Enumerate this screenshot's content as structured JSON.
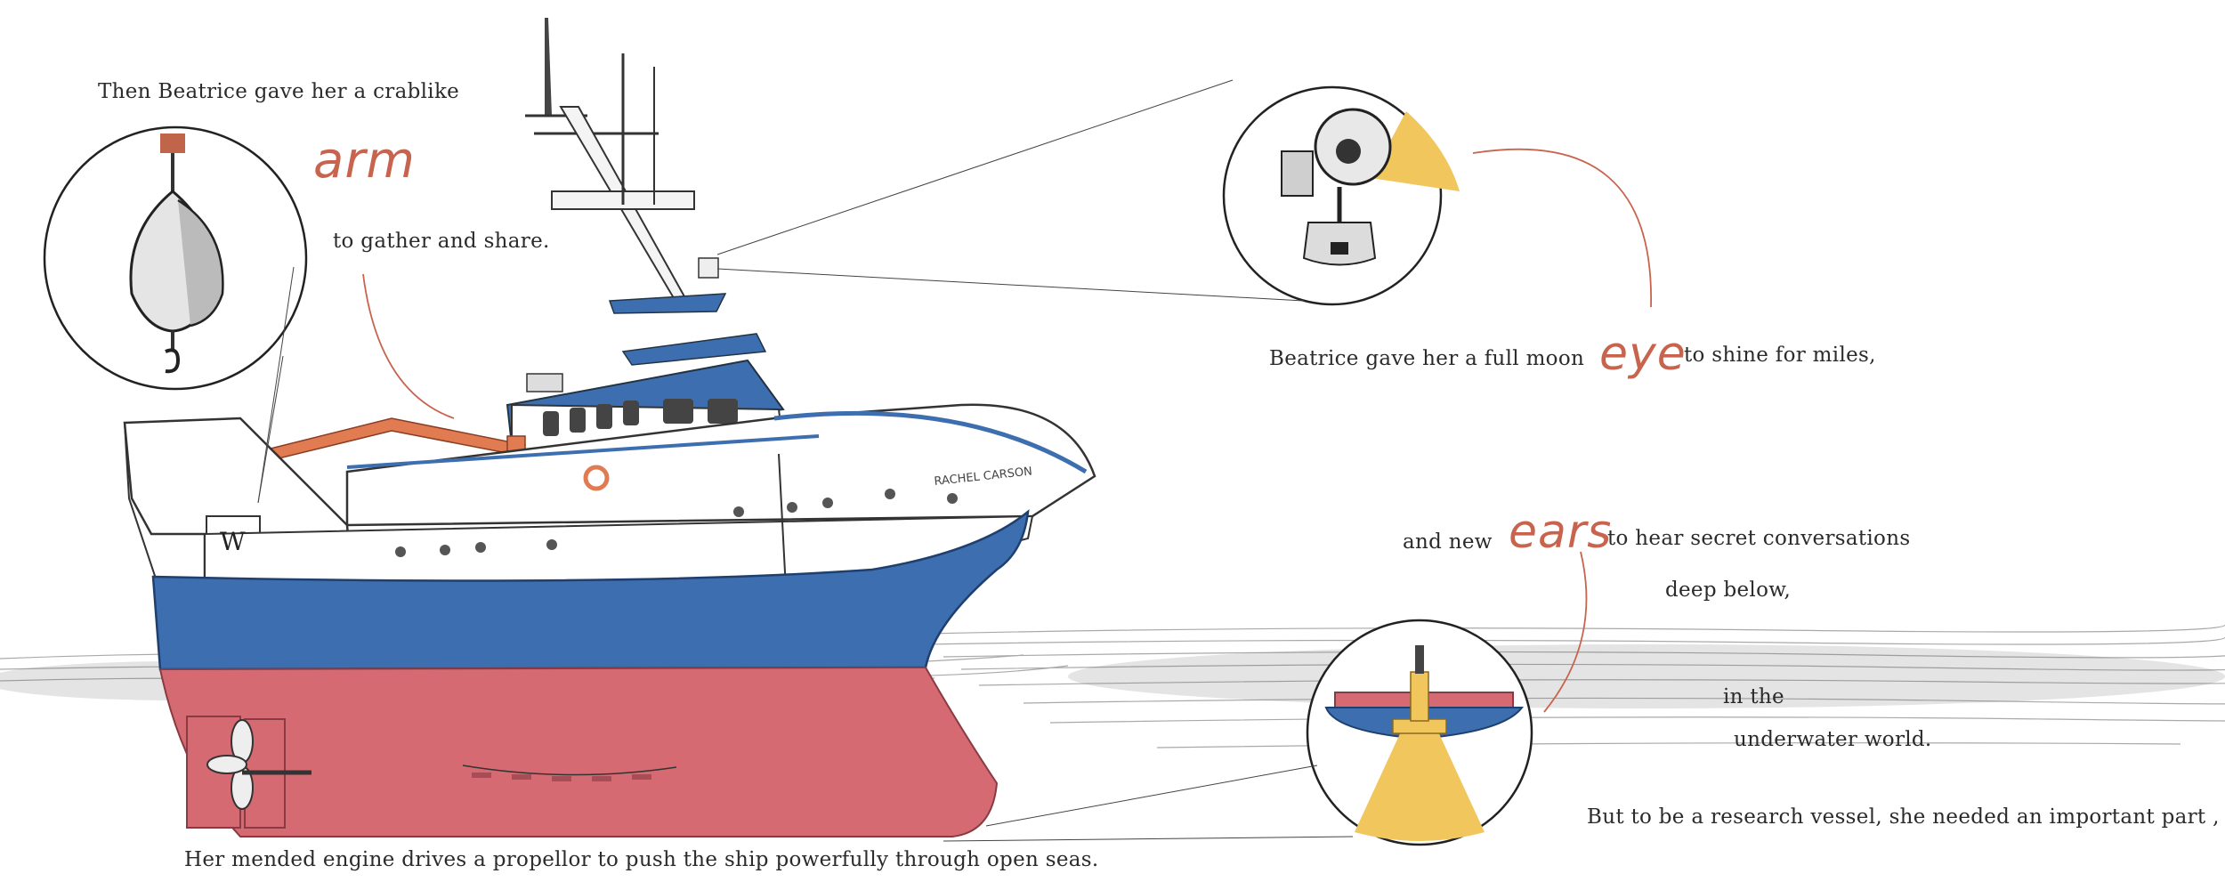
{
  "story": {
    "arm_intro": "Then Beatrice gave her a crablike",
    "arm_word": "arm",
    "arm_purpose": "to gather and share.",
    "eye_intro": "Beatrice gave her a full moon",
    "eye_word": "eye",
    "eye_purpose": "to shine for miles,",
    "ears_intro": "and new",
    "ears_word": "ears",
    "ears_purpose": "to hear secret conversations",
    "ears_purpose_2": "deep below,",
    "underwater_1": "in the",
    "underwater_2": "underwater world.",
    "research_line": "But to be a research vessel, she needed an important part ,",
    "engine_line": "Her mended engine drives a propellor to push the ship powerfully through open seas."
  },
  "ship": {
    "hull_letter": "W",
    "name_on_bow": "RACHEL CARSON"
  },
  "colors": {
    "hull_blue": "#3d6fb0",
    "hull_red": "#d66a72",
    "crane_orange": "#e07b52",
    "light_yellow": "#f1c65d",
    "handwriting_red": "#c8644e",
    "ink": "#2b2b2b"
  },
  "icons": [
    "pulley-block-icon",
    "searchlight-icon",
    "sonar-transducer-icon",
    "propeller-icon"
  ]
}
